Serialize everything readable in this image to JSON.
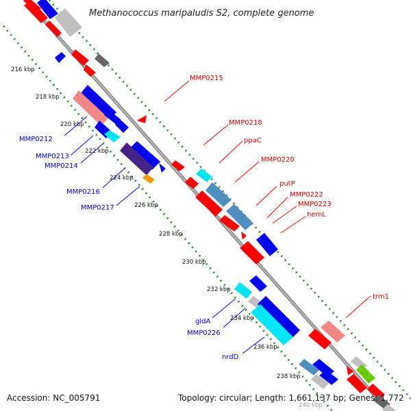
{
  "title": "Methanococcus maripaludis S2, complete genome",
  "accession": "Accession: NC_005791",
  "topology": "Topology: circular; Length: 1,661,137 bp; Genes: 1,772",
  "ticks": [
    "216 kbp",
    "218 kbp",
    "220 kbp",
    "222 kbp",
    "224 kbp",
    "226 kbp",
    "228 kbp",
    "230 kbp",
    "232 kbp",
    "234 kbp",
    "236 kbp",
    "238 kbp",
    "240 kbp"
  ],
  "genes_forward": [
    "MMP0215",
    "MMP0218",
    "ppaC",
    "MMP0220",
    "putP",
    "MMP0222",
    "MMP0223",
    "hemL",
    "trm1"
  ],
  "genes_reverse": [
    "MMP0212",
    "MMP0213",
    "MMP0214",
    "MMP0216",
    "MMP0217",
    "gldA",
    "MMP0226",
    "nrdD"
  ],
  "colors": {
    "forward_cds": "#ff0000",
    "reverse_cds": "#0000ee",
    "other_cds": "#c0c0c0",
    "light_blue": "#00e5f5",
    "light_red": "#f08888",
    "backbone": "#888888",
    "gc_skew": "#2a8a2a"
  }
}
